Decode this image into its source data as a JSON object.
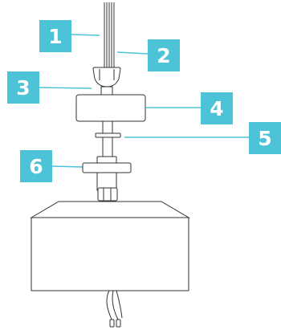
{
  "diagram": {
    "callouts": [
      {
        "id": "c1",
        "number": "1"
      },
      {
        "id": "c2",
        "number": "2"
      },
      {
        "id": "c3",
        "number": "3"
      },
      {
        "id": "c4",
        "number": "4"
      },
      {
        "id": "c5",
        "number": "5"
      },
      {
        "id": "c6",
        "number": "6"
      }
    ],
    "colors": {
      "callout": "#4cc3d6",
      "leader": "#4cc3d6",
      "outline": "#333333"
    }
  }
}
